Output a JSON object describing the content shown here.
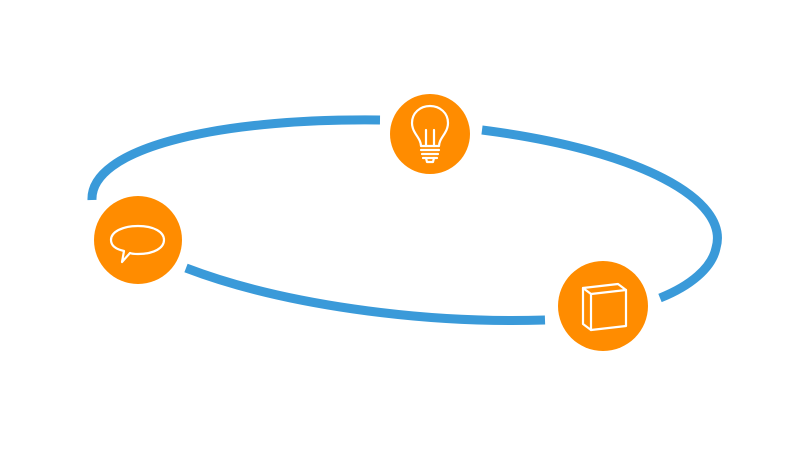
{
  "colors": {
    "ring": "#3a9ad9",
    "node": "#ff8c00",
    "icon_line": "#ffffff",
    "background": "#ffffff"
  },
  "nodes": [
    {
      "id": "lightbulb",
      "icon": "lightbulb-icon"
    },
    {
      "id": "box",
      "icon": "box-icon"
    },
    {
      "id": "speech",
      "icon": "speech-bubble-icon"
    }
  ]
}
